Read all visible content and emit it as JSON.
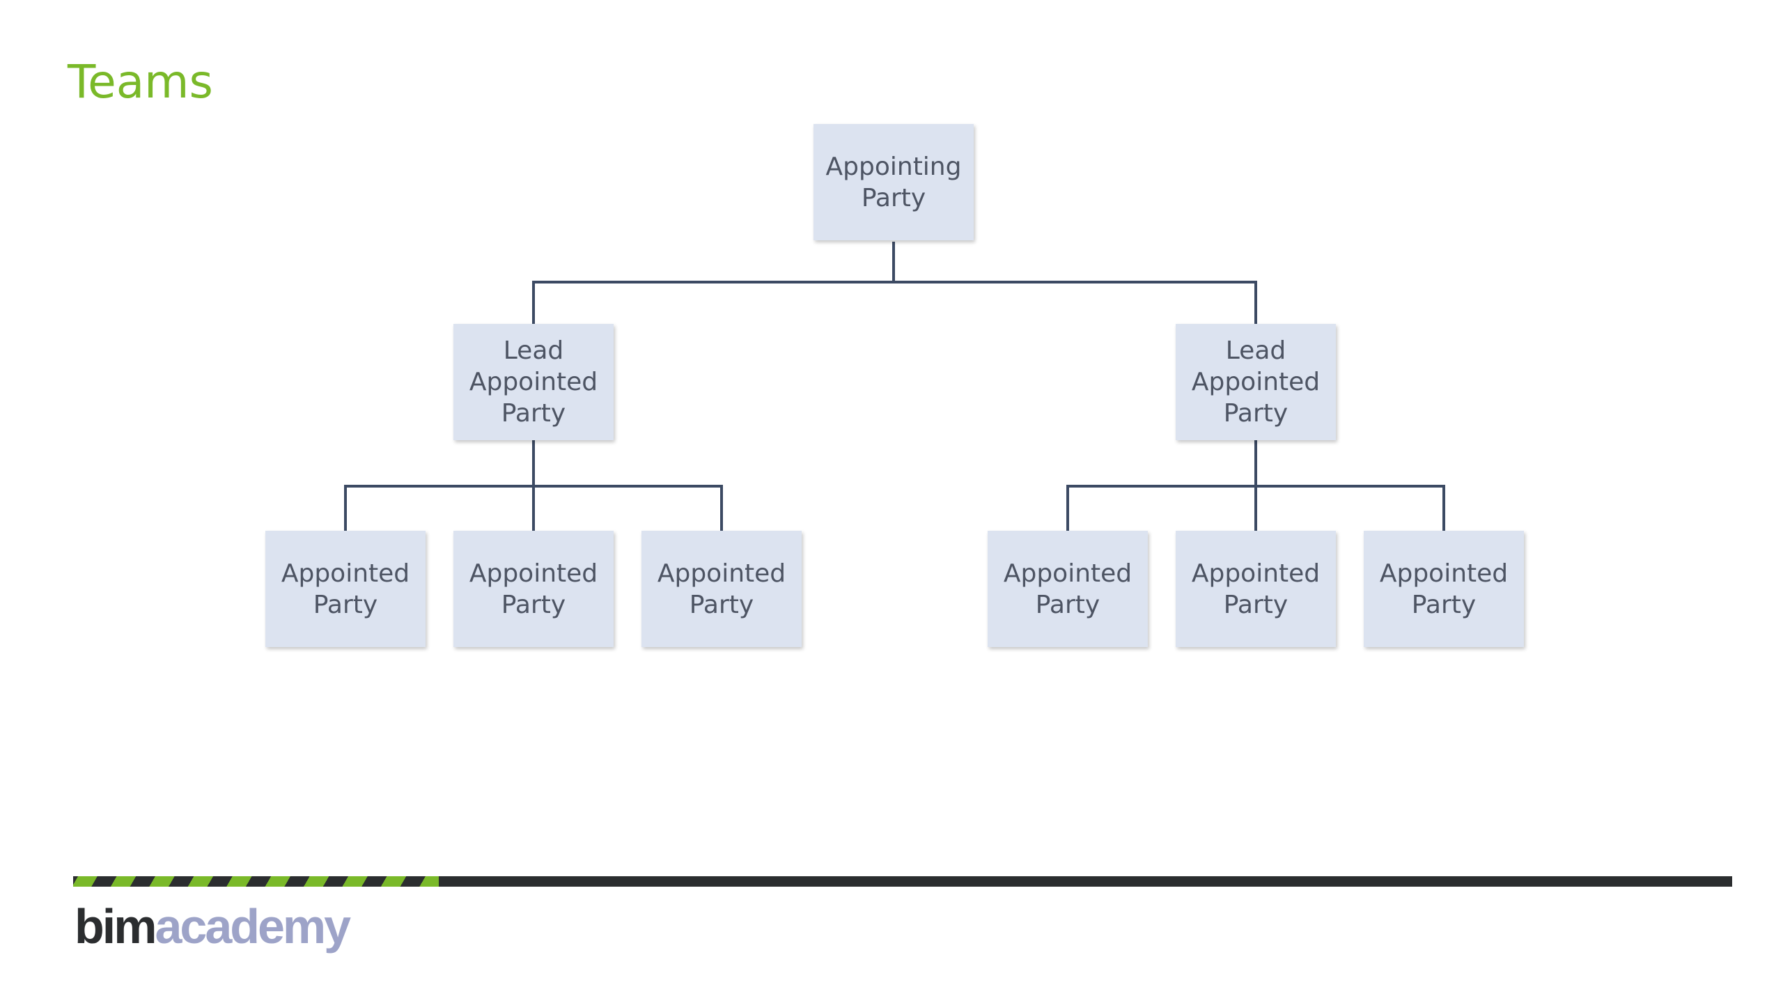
{
  "slide": {
    "title": "Teams"
  },
  "diagram": {
    "nodes": [
      {
        "id": "root",
        "label": "Appointing\nParty"
      },
      {
        "id": "lead-left",
        "label": "Lead\nAppointed\nParty"
      },
      {
        "id": "lead-right",
        "label": "Lead\nAppointed\nParty"
      },
      {
        "id": "left-1",
        "label": "Appointed\nParty"
      },
      {
        "id": "left-2",
        "label": "Appointed\nParty"
      },
      {
        "id": "left-3",
        "label": "Appointed\nParty"
      },
      {
        "id": "right-1",
        "label": "Appointed\nParty"
      },
      {
        "id": "right-2",
        "label": "Appointed\nParty"
      },
      {
        "id": "right-3",
        "label": "Appointed\nParty"
      }
    ],
    "edges": [
      {
        "from": "root",
        "to": "lead-left"
      },
      {
        "from": "root",
        "to": "lead-right"
      },
      {
        "from": "lead-left",
        "to": "left-1"
      },
      {
        "from": "lead-left",
        "to": "left-2"
      },
      {
        "from": "lead-left",
        "to": "left-3"
      },
      {
        "from": "lead-right",
        "to": "right-1"
      },
      {
        "from": "lead-right",
        "to": "right-2"
      },
      {
        "from": "lead-right",
        "to": "right-3"
      }
    ],
    "line_color": "#3c4a63",
    "node_fill": "#dce3f0",
    "text_color": "#4d5463"
  },
  "branding": {
    "logo_bim": "bim",
    "logo_academy": "academy",
    "accent_color": "#7ab929",
    "dark_color": "#2b2d2f",
    "logo_secondary_color": "#9da3c8"
  }
}
